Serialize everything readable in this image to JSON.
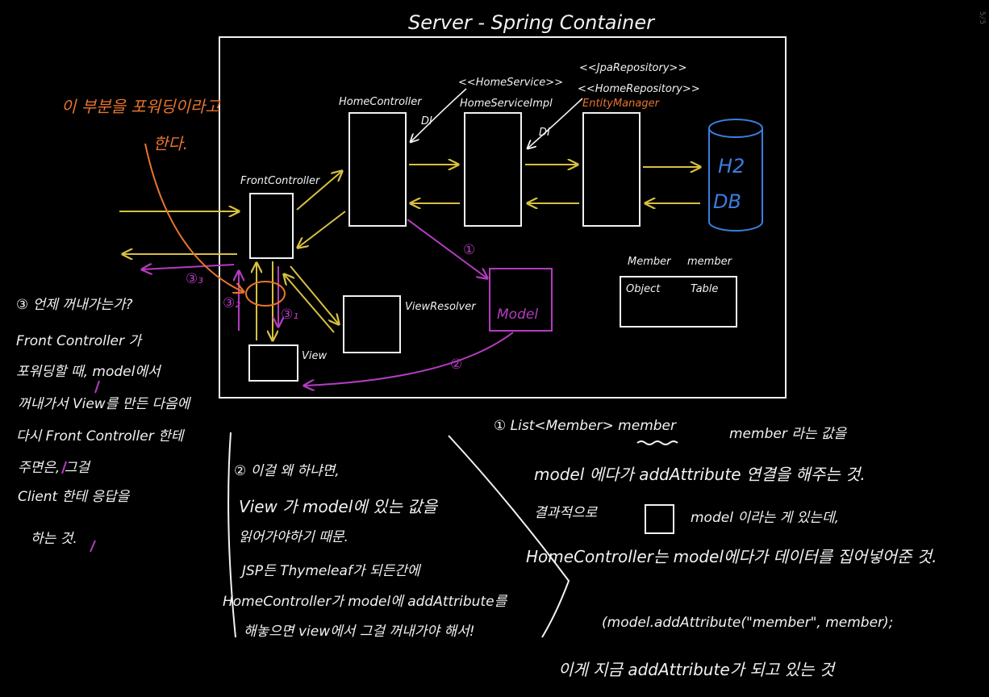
{
  "page_indicator": "5/5",
  "title": "Server - Spring Container",
  "colors": {
    "ink": "#f2f2f2",
    "arrow": "#d8c040",
    "accent": "#e8742c",
    "model": "#b53cc0",
    "db": "#3b7de0"
  },
  "nodes": {
    "front_controller": "FrontController",
    "home_controller": "HomeController",
    "home_service_stereotype": "<<HomeService>>",
    "home_service_impl": "HomeServiceImpl",
    "jpa_repository": "<<JpaRepository>>",
    "home_repository": "<<HomeRepository>>",
    "entity_manager": "EntityManager",
    "db_line1": "H2",
    "db_line2": "DB",
    "view_resolver": "ViewResolver",
    "view": "View",
    "model": "Model",
    "member_header_left": "Member",
    "member_header_right": "member",
    "member_object": "Object",
    "member_table": "Table"
  },
  "labels": {
    "di_1": "DI",
    "di_2": "DI",
    "step_1": "①",
    "step_2": "②",
    "step_3_1": "③₁",
    "step_3_2": "③₂",
    "step_3_3": "③₃"
  },
  "notes": {
    "forwarding_line1": "이 부분을 포워딩이라고",
    "forwarding_line2": "한다.",
    "q3_lines": [
      "③ 언제 꺼내가는가?",
      "Front Controller 가",
      "포워딩할 때, model에서",
      "꺼내가서 View를 만든 다음에",
      "다시 Front Controller 한테",
      "주면은, 그걸",
      "Client 한테 응답을",
      "하는 것."
    ],
    "q2_lines": [
      "② 이걸 왜 하냐면,",
      "View 가 model에 있는 값을",
      "읽어가야하기 때문.",
      "JSP든 Thymeleaf가 되든간에",
      "HomeController가 model에 addAttribute를",
      "해놓으면 view에서 그걸 꺼내가야 해서!"
    ],
    "r1_line1_a": "① List<Member> member",
    "r1_line1_b": "member 라는 값을",
    "r1_line2": "model 에다가 addAttribute 연결을 해주는 것.",
    "r1_line3_a": "결과적으로",
    "r1_line3_b": "model 이라는 게 있는데,",
    "r1_line4": "HomeController는 model에다가 데이터를 집어넣어준 것.",
    "r1_code": "(model.addAttribute(\"member\", member);",
    "r1_last": "이게 지금 addAttribute가 되고 있는 것"
  }
}
